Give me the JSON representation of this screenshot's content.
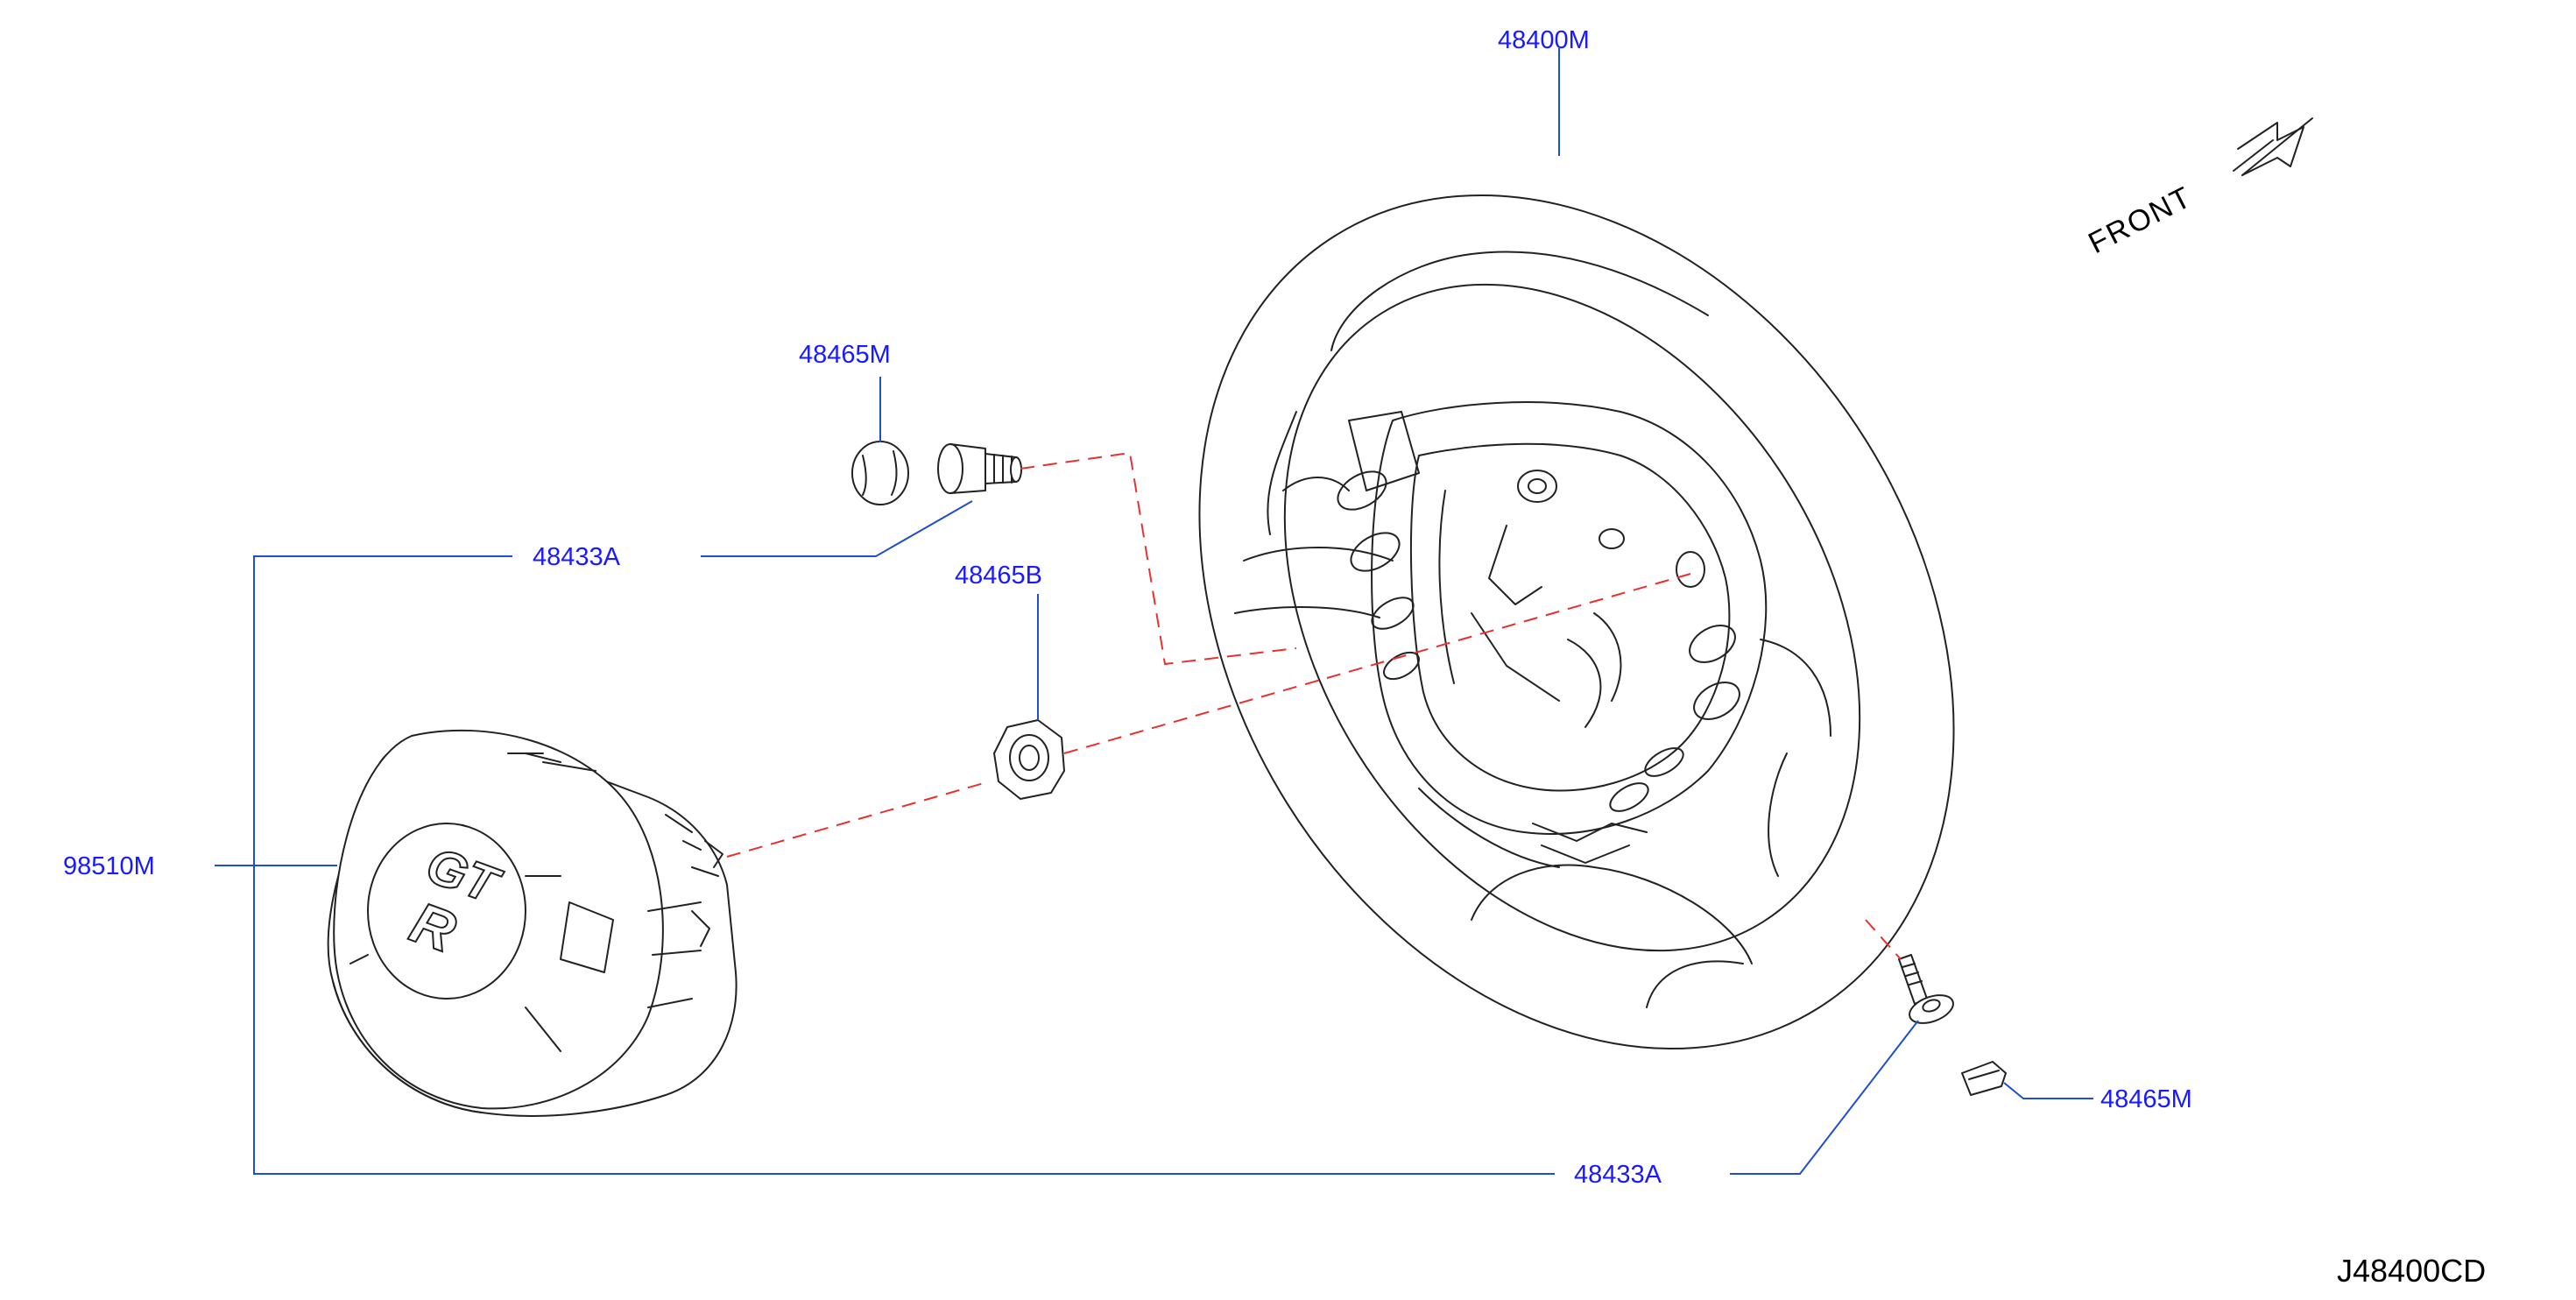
{
  "diagram": {
    "labels": {
      "wheel": "48400M",
      "cap_upper": "48465M",
      "bolt_upper": "48433A",
      "nut": "48465B",
      "airbag": "98510M",
      "bolt_lower": "48433A",
      "cap_lower": "48465M",
      "front": "FRONT",
      "reference": "J48400CD"
    },
    "colors": {
      "label": "#1a1aff",
      "leader": "#1f4fcf",
      "dashed_guide": "#e8312f",
      "ink": "#222222"
    }
  }
}
